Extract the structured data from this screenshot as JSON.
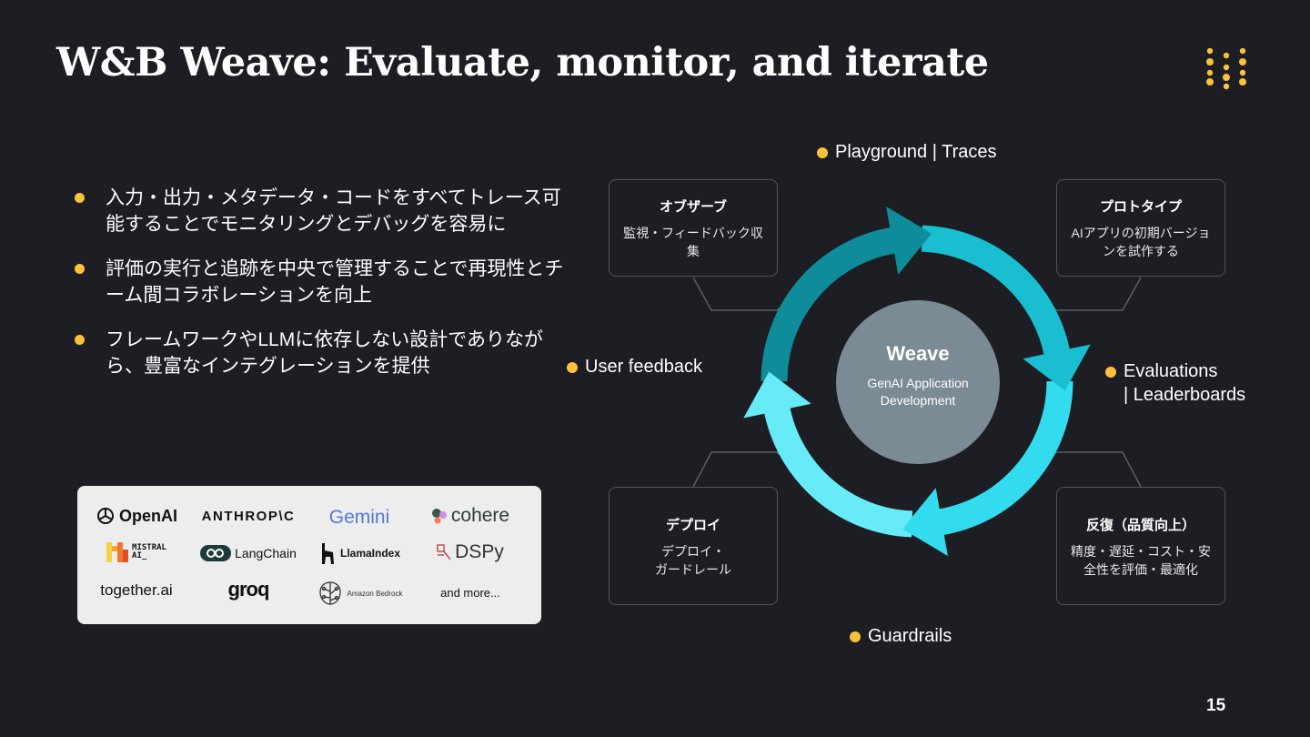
{
  "slide": {
    "title": "W&B Weave: Evaluate, monitor, and iterate",
    "page_number": "15"
  },
  "bullets": [
    "入力・出力・メタデータ・コードをすべてトレース可能することでモニタリングとデバッグを容易に",
    "評価の実行と追跡を中央で管理することで再現性とチーム間コラボレーションを向上",
    "フレームワークやLLMに依存しない設計でありながら、豊富なインテグレーションを提供"
  ],
  "partners": {
    "openai": "OpenAI",
    "anthropic": "ANTHROP\\C",
    "gemini": "Gemini",
    "cohere": "cohere",
    "mistral_line1": "MISTRAL",
    "mistral_line2": "AI_",
    "langchain": "LangChain",
    "llamaindex": "LlamaIndex",
    "dspy": "DSPy",
    "together": "together.ai",
    "groq": "groq",
    "bedrock": "Amazon Bedrock",
    "more": "and more..."
  },
  "cycle": {
    "center_title": "Weave",
    "center_subtitle_1": "GenAI Application",
    "center_subtitle_2": "Development",
    "labels": {
      "top": "Playground | Traces",
      "left": "User feedback",
      "right_1": "Evaluations",
      "right_2": "| Leaderboards",
      "bottom": "Guardrails"
    },
    "boxes": {
      "observe_title": "オブザーブ",
      "observe_desc": "監視・フィードバック収集",
      "proto_title": "プロトタイプ",
      "proto_desc": "AIアプリの初期バージョンを試作する",
      "deploy_title": "デプロイ",
      "deploy_desc_1": "デプロイ・",
      "deploy_desc_2": "ガードレール",
      "iterate_title": "反復（品質向上）",
      "iterate_desc": "精度・遅延・コスト・安全性を評価・最適化"
    },
    "colors": {
      "arc_top": "#0e8c9a",
      "arc_right": "#19bfd0",
      "arc_bottom": "#33dbee",
      "arc_left": "#66ebf7",
      "accent": "#fcc23b",
      "center": "#7a8b95"
    }
  }
}
